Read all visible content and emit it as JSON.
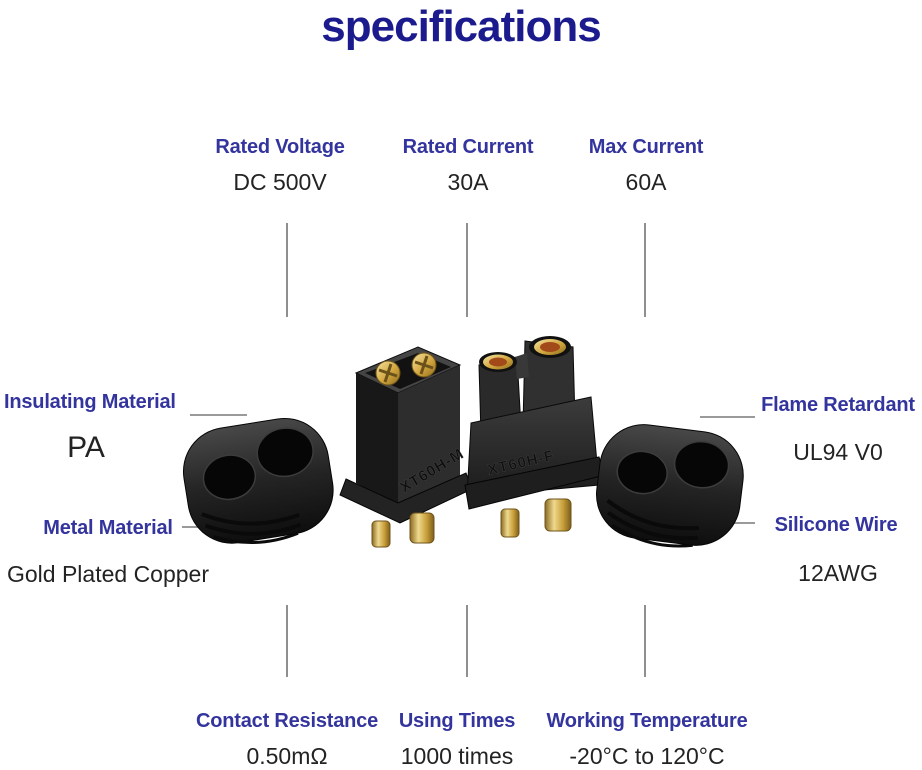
{
  "title": "specifications",
  "colors": {
    "title": "#1b1b8e",
    "label": "#34349e",
    "value": "#232323",
    "callout_line": "#8f8f8f",
    "plastic_body": "#222222",
    "gold_plating": "#cda33f",
    "copper_interior": "#a34a1a"
  },
  "specs": {
    "top": [
      {
        "label": "Rated Voltage",
        "value": "DC 500V"
      },
      {
        "label": "Rated Current",
        "value": "30A"
      },
      {
        "label": "Max Current",
        "value": "60A"
      }
    ],
    "left": [
      {
        "label": "Insulating Material",
        "value": "PA"
      },
      {
        "label": "Metal Material",
        "value": "Gold Plated Copper"
      }
    ],
    "right": [
      {
        "label": "Flame Retardant",
        "value": "UL94 V0"
      },
      {
        "label": "Silicone Wire",
        "value": "12AWG"
      }
    ],
    "bottom": [
      {
        "label": "Contact Resistance",
        "value": "0.50mΩ"
      },
      {
        "label": "Using Times",
        "value": "1000 times"
      },
      {
        "label": "Working Temperature",
        "value": "-20°C to 120°C"
      }
    ]
  },
  "product": {
    "items": [
      {
        "name": "protective cap (left)"
      },
      {
        "name": "XT60 male connector",
        "marking": "XT60H-M"
      },
      {
        "name": "XT60 female connector",
        "marking": "XT60H-F"
      },
      {
        "name": "protective cap (right)"
      }
    ]
  }
}
